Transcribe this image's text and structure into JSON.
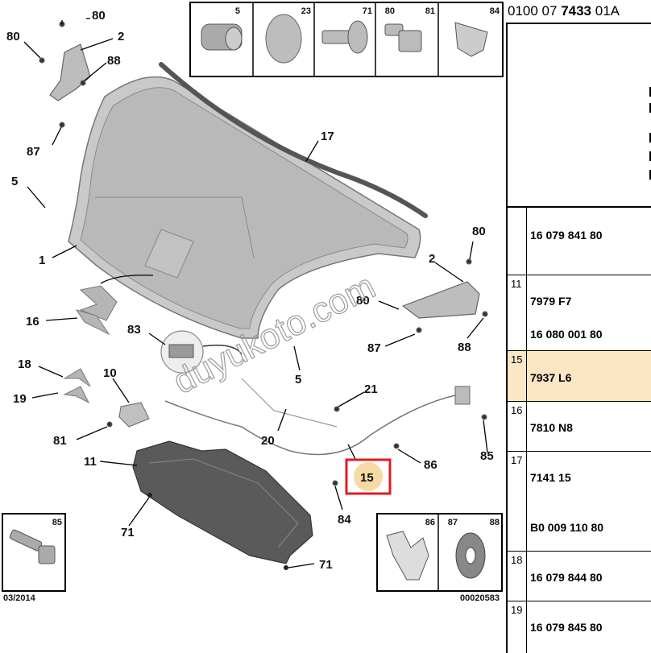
{
  "header": {
    "ref_prefix": "0100 07 ",
    "ref_bold": "7433",
    "ref_suffix": " 01A"
  },
  "callouts": {
    "c80a": "80",
    "c80b": "80",
    "c2a": "2",
    "c88a": "88",
    "c87a": "87",
    "c5a": "5",
    "c17": "17",
    "c1": "1",
    "c16": "16",
    "c83": "83",
    "c80c": "80",
    "c80d": "80",
    "c2b": "2",
    "c87b": "87",
    "c88b": "88",
    "c5b": "5",
    "c18": "18",
    "c10": "10",
    "c19": "19",
    "c21": "21",
    "c81": "81",
    "c20": "20",
    "c85": "85",
    "c11": "11",
    "c15": "15",
    "c86": "86",
    "c84": "84",
    "c71a": "71",
    "c71b": "71"
  },
  "top_insets": {
    "l5": "5",
    "l23": "23",
    "l71": "71",
    "l80": "80",
    "l81": "81",
    "l84": "84"
  },
  "bottom_insets": {
    "l85": "85",
    "l86": "86",
    "l87": "87",
    "l88": "88"
  },
  "footer": {
    "date": "03/2014",
    "code": "00020583"
  },
  "watermark": "duyukoto.com",
  "parts": [
    {
      "index": "",
      "lines": [
        "16 079 841 80"
      ]
    },
    {
      "index": "11",
      "lines": [
        "7979 F7",
        "16 080 001 80"
      ]
    },
    {
      "index": "15",
      "lines": [
        "7937 L6"
      ]
    },
    {
      "index": "16",
      "lines": [
        "7810 N8"
      ]
    },
    {
      "index": "17",
      "lines": [
        "7141 15",
        "B0 009 110 80"
      ]
    },
    {
      "index": "18",
      "lines": [
        "16 079 844 80"
      ]
    },
    {
      "index": "19",
      "lines": [
        "16 079 845 80"
      ]
    }
  ],
  "colors": {
    "highlight_row": "#fbe6c6",
    "highlight_circle": "#f7d9a4",
    "highlight_box": "#e01b24"
  }
}
